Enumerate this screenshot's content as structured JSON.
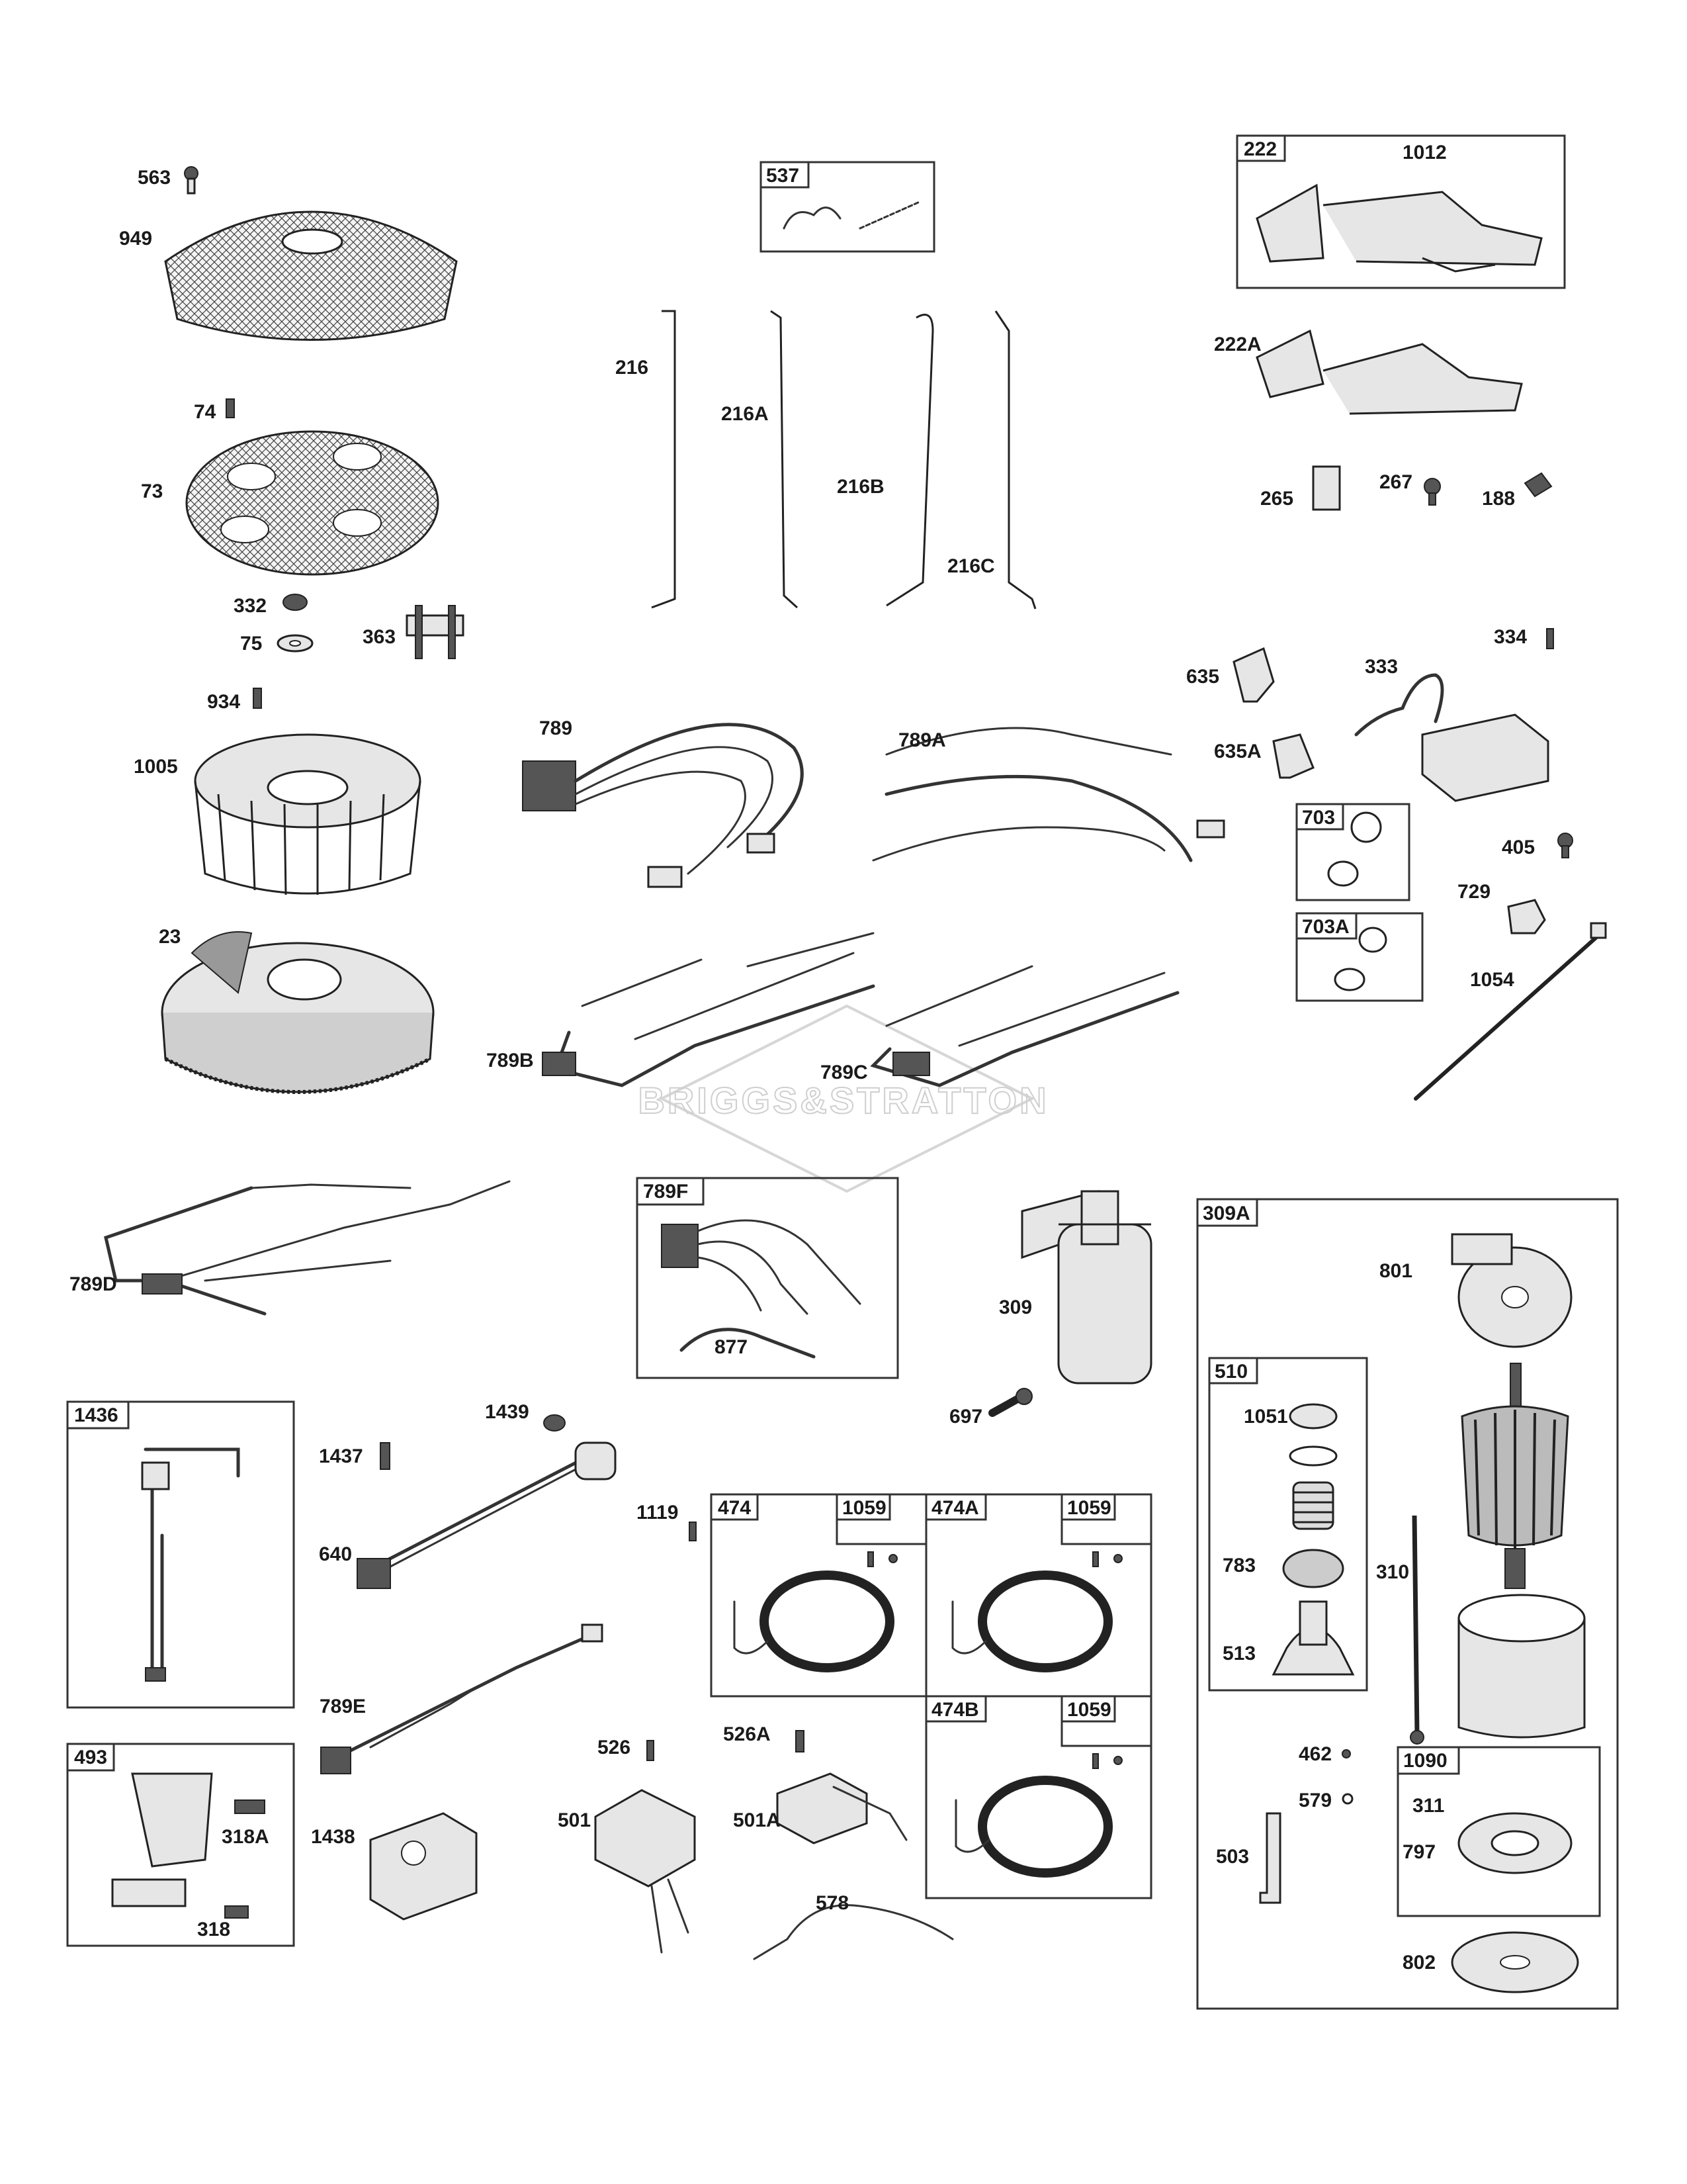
{
  "diagram": {
    "watermark": "BRIGGS&STRATTON",
    "labels": {
      "563": "563",
      "949": "949",
      "74": "74",
      "73": "73",
      "332": "332",
      "75": "75",
      "363": "363",
      "934": "934",
      "1005": "1005",
      "23": "23",
      "789D": "789D",
      "537": "537",
      "216": "216",
      "216A": "216A",
      "216B": "216B",
      "216C": "216C",
      "222": "222",
      "1012": "1012",
      "222A": "222A",
      "265": "265",
      "267": "267",
      "188": "188",
      "789": "789",
      "789A": "789A",
      "789B": "789B",
      "789C": "789C",
      "635": "635",
      "635A": "635A",
      "333": "333",
      "334": "334",
      "703": "703",
      "703A": "703A",
      "405": "405",
      "729": "729",
      "1054": "1054",
      "789F": "789F",
      "877": "877",
      "309": "309",
      "697": "697",
      "309A": "309A",
      "801": "801",
      "510": "510",
      "1051": "1051",
      "783": "783",
      "310": "310",
      "513": "513",
      "462": "462",
      "579": "579",
      "503": "503",
      "1090": "1090",
      "311": "311",
      "797": "797",
      "802": "802",
      "1436": "1436",
      "1437": "1437",
      "1439": "1439",
      "640": "640",
      "789E": "789E",
      "493": "493",
      "318A": "318A",
      "318": "318",
      "1438": "1438",
      "1119": "1119",
      "474": "474",
      "1059a": "1059",
      "474A": "474A",
      "1059b": "1059",
      "474B": "474B",
      "1059c": "1059",
      "526": "526",
      "526A": "526A",
      "501": "501",
      "501A": "501A",
      "578": "578"
    }
  }
}
